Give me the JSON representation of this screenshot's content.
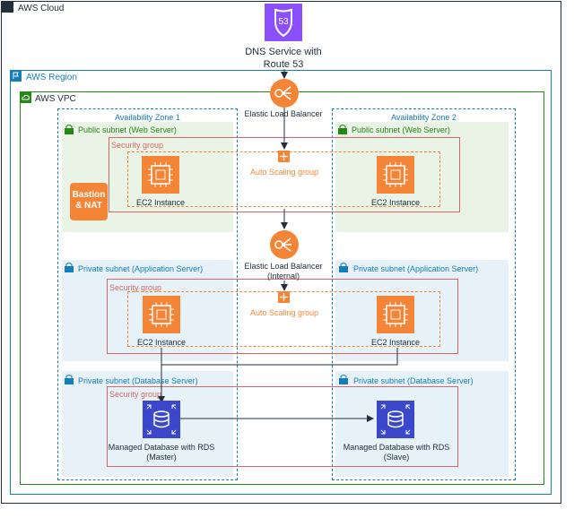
{
  "cloud": {
    "label": "AWS Cloud"
  },
  "region": {
    "label": "AWS Region"
  },
  "vpc": {
    "label": "AWS VPC"
  },
  "dns": {
    "line1": "DNS Service with",
    "line2": "Route 53",
    "badge": "53"
  },
  "elb_public": {
    "label": "Elastic Load Balancer"
  },
  "elb_internal": {
    "line1": "Elastic Load Balancer",
    "line2": "(Internal)"
  },
  "az1": {
    "label": "Availability Zone 1"
  },
  "az2": {
    "label": "Availability Zone 2"
  },
  "subnets": {
    "public_web": "Public subnet (Web Server)",
    "private_app": "Private subnet (Application Server)",
    "private_db": "Private subnet (Database Server)"
  },
  "security_group": "Security group",
  "auto_scaling": "Auto Scaling group",
  "ec2": "EC2 Instance",
  "bastion": {
    "line1": "Bastion",
    "line2": "& NAT"
  },
  "rds_master": {
    "line1": "Managed Database with RDS",
    "line2": "(Master)"
  },
  "rds_slave": {
    "line1": "Managed Database with RDS",
    "line2": "(Slave)"
  },
  "colors": {
    "region": "#147eba",
    "vpc": "#248814",
    "security_group": "#d86666",
    "auto_scaling": "#f58536",
    "ec2": "#f58536",
    "rds": "#3b48cc",
    "route53": "#8c4fff",
    "elb": "#f58536",
    "bastion": "#f58536"
  }
}
